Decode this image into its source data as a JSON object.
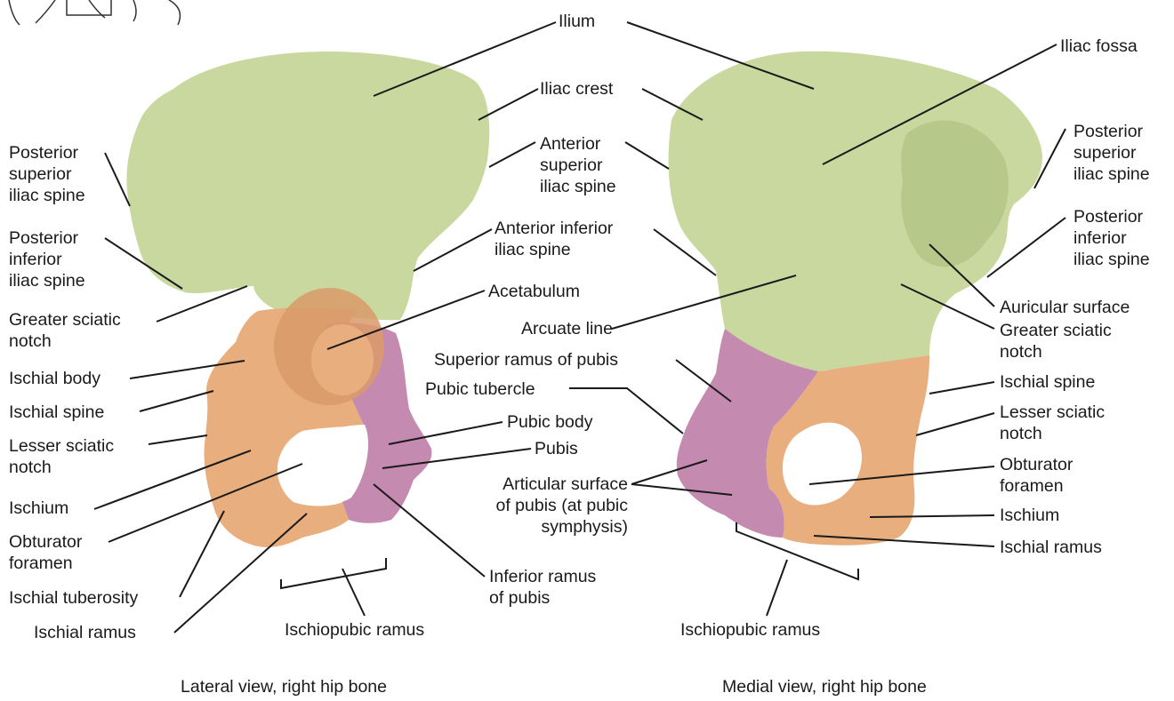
{
  "colors": {
    "ilium": "#c9d89f",
    "ilium_shade": "#b6c98a",
    "ischium": "#e8ae7e",
    "ischium_shade": "#d99a68",
    "pubis": "#c58ab0",
    "pubis_shade": "#b0779e",
    "leader": "#1a1a1a"
  },
  "captions": {
    "lateral": "Lateral view, right hip bone",
    "medial": "Medial view, right hip bone"
  },
  "left_labels": {
    "ilium": "Ilium",
    "iliac_crest": "Iliac crest",
    "asis": [
      "Anterior",
      "superior",
      "iliac spine"
    ],
    "aiis": [
      "Anterior inferior",
      "iliac spine"
    ],
    "acetabulum": "Acetabulum",
    "psis": [
      "Posterior",
      "superior",
      "iliac spine"
    ],
    "pois": [
      "Posterior",
      "inferior",
      "iliac spine"
    ],
    "greater_sciatic": [
      "Greater sciatic",
      "notch"
    ],
    "ischial_body": "Ischial body",
    "ischial_spine": "Ischial spine",
    "lesser_sciatic": [
      "Lesser sciatic",
      "notch"
    ],
    "ischium": "Ischium",
    "obturator": [
      "Obturator",
      "foramen"
    ],
    "ischial_tuberosity": "Ischial tuberosity",
    "ischial_ramus": "Ischial ramus",
    "ischiopubic_ramus": "Ischiopubic ramus",
    "pubic_body": "Pubic body",
    "pubis": "Pubis",
    "inferior_ramus": [
      "Inferior ramus",
      "of pubis"
    ]
  },
  "center_labels": {
    "arcuate_line": "Arcuate line",
    "superior_ramus": "Superior ramus of pubis",
    "pubic_tubercle": "Pubic tubercle",
    "articular_surface": [
      "Articular surface",
      "of pubis (at pubic",
      "symphysis)"
    ]
  },
  "right_labels": {
    "iliac_fossa": "Iliac fossa",
    "psis": [
      "Posterior",
      "superior",
      "iliac spine"
    ],
    "pois": [
      "Posterior",
      "inferior",
      "iliac spine"
    ],
    "auricular_surface": "Auricular surface",
    "greater_sciatic": [
      "Greater sciatic",
      "notch"
    ],
    "ischial_spine": "Ischial spine",
    "lesser_sciatic": [
      "Lesser sciatic",
      "notch"
    ],
    "obturator": [
      "Obturator",
      "foramen"
    ],
    "ischium": "Ischium",
    "ischial_ramus": "Ischial ramus",
    "ischiopubic_ramus": "Ischiopubic ramus"
  }
}
